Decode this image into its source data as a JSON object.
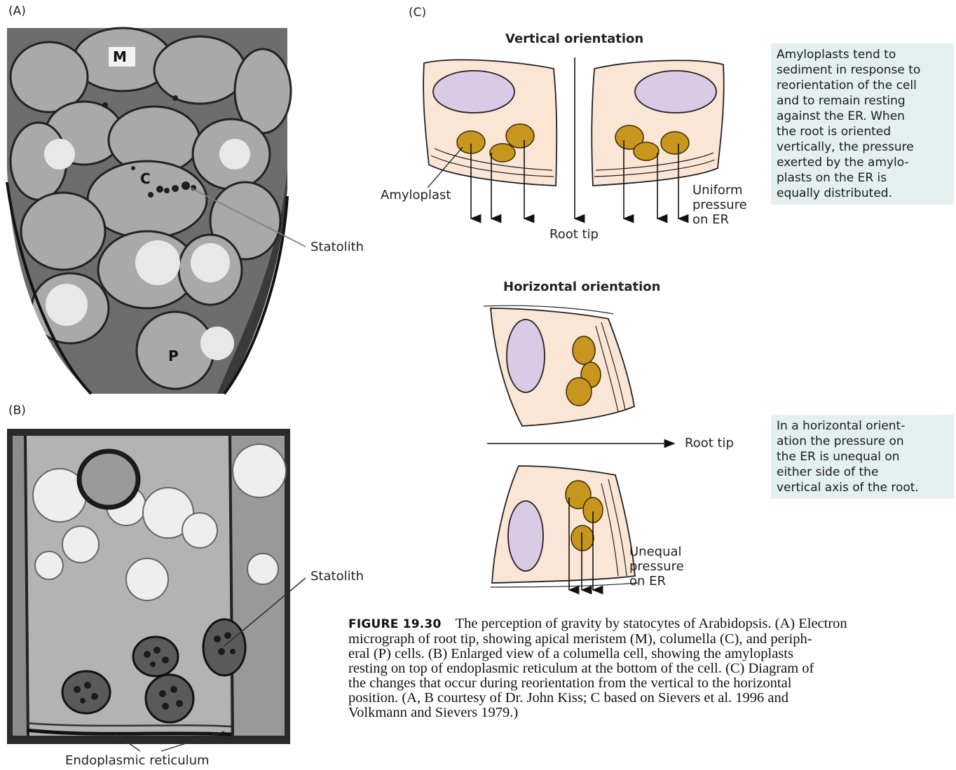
{
  "panels": {
    "a_label": "(A)",
    "b_label": "(B)",
    "c_label": "(C)"
  },
  "micrograph_a": {
    "labels": {
      "m": "M",
      "c": "C",
      "p": "P"
    },
    "statolith": "Statolith"
  },
  "micrograph_b": {
    "statolith": "Statolith",
    "er": "Endoplasmic reticulum"
  },
  "diagram_vertical": {
    "title": "Vertical orientation",
    "amyloplast": "Amyloplast",
    "root_tip": "Root tip",
    "pressure_1": "Uniform",
    "pressure_2": "pressure",
    "pressure_3": "on ER"
  },
  "diagram_horizontal": {
    "title": "Horizontal orientation",
    "root_tip": "Root tip",
    "pressure_1": "Unequal",
    "pressure_2": "pressure",
    "pressure_3": "on ER"
  },
  "notes": {
    "top": [
      "Amyloplasts tend to",
      "sediment in response to",
      "reorientation of the cell",
      "and to remain resting",
      "against the ER. When",
      "the root is oriented",
      "vertically, the pressure",
      "exerted by the amylo-",
      "plasts on the ER is",
      "equally distributed."
    ],
    "bottom": [
      "In a horizontal orient-",
      "ation the pressure on",
      "the ER is unequal on",
      "either side of the",
      "vertical axis of the root."
    ]
  },
  "caption": {
    "figure": "FIGURE 19.30",
    "lines": [
      "The perception of gravity by statocytes of Arabidopsis. (A) Electron",
      "micrograph of root tip, showing apical meristem (M), columella (C), and periph-",
      "eral (P) cells. (B) Enlarged view of a columella cell, showing the amyloplasts",
      "resting on top of endoplasmic reticulum at the bottom of the cell. (C) Diagram of",
      "the changes that occur during reorientation from the vertical to the horizontal",
      "position. (A, B courtesy of Dr. John Kiss; C based on Sievers et al. 1996 and",
      "Volkmann and Sievers 1979.)"
    ]
  },
  "colors": {
    "cytoplasm": "#fbe6d6",
    "nucleus": "#d9cbe6",
    "amyloplast": "#c8961e",
    "notebox": "#e4eff0"
  }
}
